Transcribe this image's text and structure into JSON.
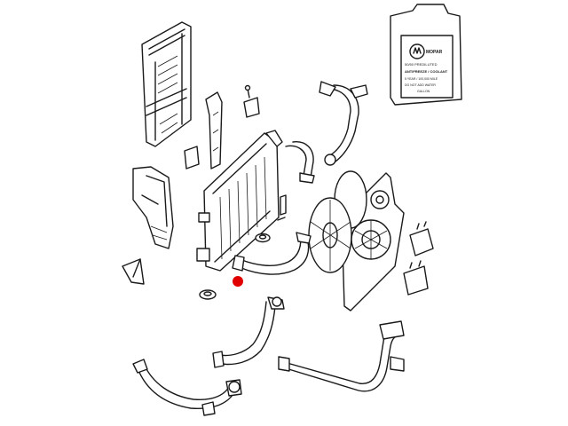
{
  "jug_label": {
    "brand": "MOPAR",
    "line1": "50/50 PREDILUTED",
    "line2": "ANTIFREEZE / COOLANT",
    "line3": "5 YEAR / 100,000 MILE",
    "line4": "DO NOT ADD WATER",
    "line5": "GALLON"
  },
  "colors": {
    "line": "#1a1a1a",
    "background": "#ffffff",
    "highlight_marker": "#e00000"
  },
  "highlight": {
    "description": "red dot marking selected part at radiator outlet hose"
  }
}
